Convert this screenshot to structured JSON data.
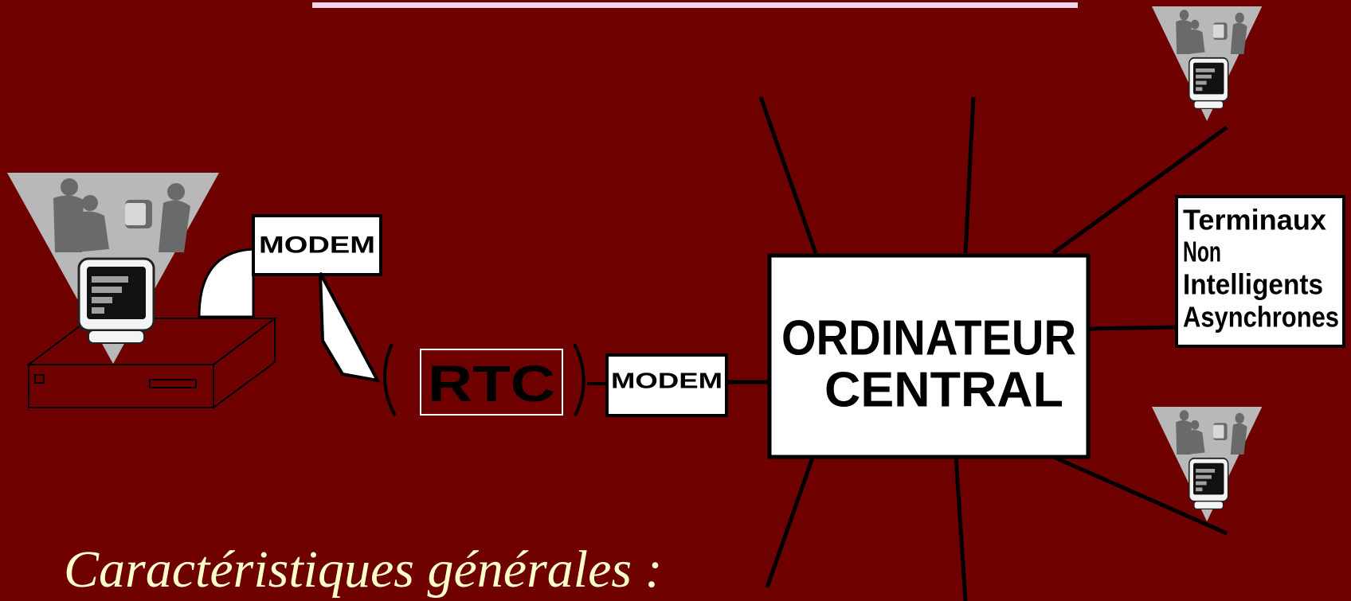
{
  "diagram": {
    "modem_left_label": "MODEM",
    "rtc_label": "RTC",
    "modem_right_label": "MODEM",
    "central_line1": "ORDINATEUR",
    "central_line2": "CENTRAL",
    "terminal_lines": [
      "Terminaux",
      "Non",
      "Intelligents",
      "Asynchrones"
    ]
  },
  "caption": "Caractéristiques générales :",
  "colors": {
    "background": "#6e0000",
    "caption": "#ffffcc",
    "box_fill": "#ffffff",
    "icon_gray": "#b8b8b8"
  },
  "icons": [
    "workstation-icon",
    "user-group-terminal-icon"
  ]
}
